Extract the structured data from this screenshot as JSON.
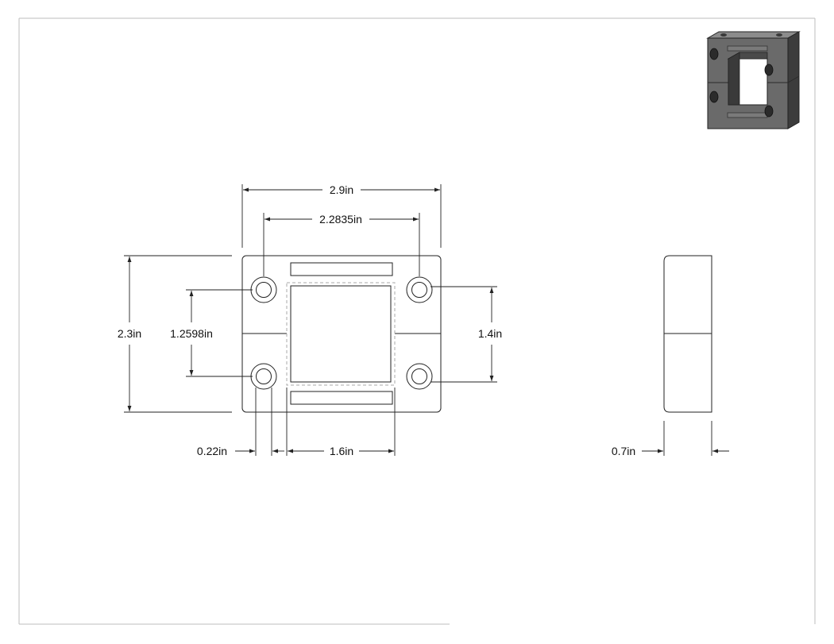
{
  "dimensions": {
    "overall_width": "2.9in",
    "hole_spacing_width": "2.2835in",
    "overall_height": "2.3in",
    "hole_spacing_height_left": "1.2598in",
    "hole_spacing_height_right": "1.4in",
    "hole_edge_offset": "0.22in",
    "window_width": "1.6in",
    "thickness": "0.7in"
  },
  "colors": {
    "line": "#222222",
    "border": "#bdbdbd",
    "iso_dark": "#3c3c3c",
    "iso_mid": "#6a6a6a",
    "iso_light": "#8c8c8c",
    "background": "#ffffff"
  }
}
